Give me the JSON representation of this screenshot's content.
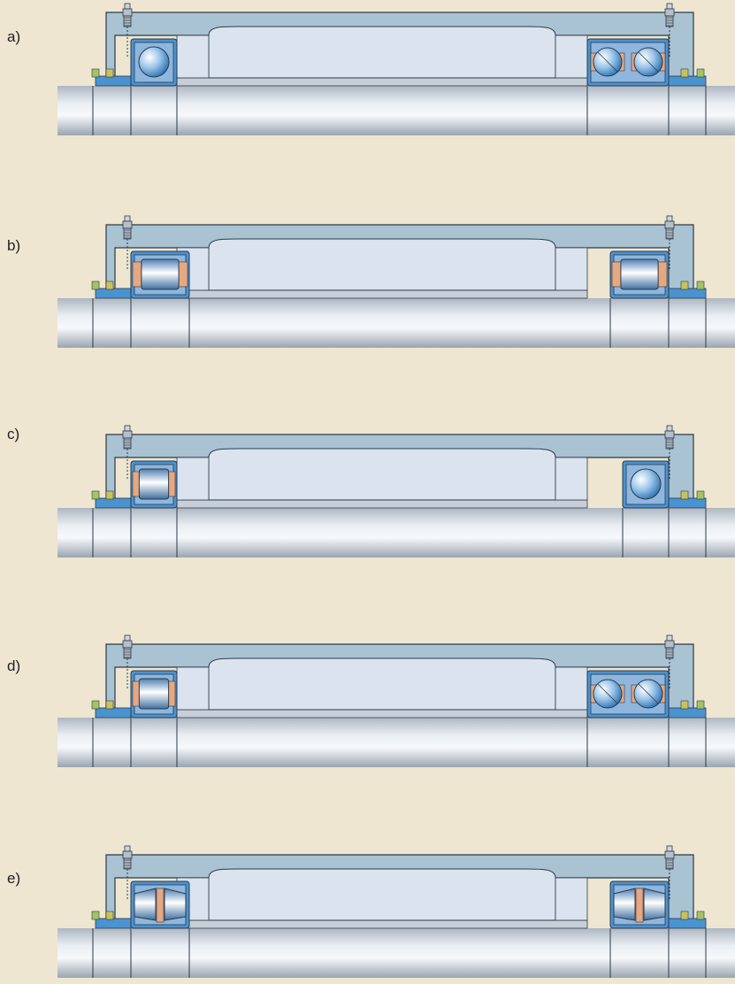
{
  "panels": [
    {
      "label": "a)",
      "left_bearing": "ball",
      "right_bearing": "double-ball",
      "left_width": "narrow",
      "right_width": "wide"
    },
    {
      "label": "b)",
      "left_bearing": "roller",
      "right_bearing": "roller",
      "left_width": "medium",
      "right_width": "medium"
    },
    {
      "label": "c)",
      "left_bearing": "roller",
      "right_bearing": "ball",
      "left_width": "narrow",
      "right_width": "narrow"
    },
    {
      "label": "d)",
      "left_bearing": "roller",
      "right_bearing": "double-ball",
      "left_width": "narrow",
      "right_width": "wide"
    },
    {
      "label": "e)",
      "left_bearing": "spherical-roller",
      "right_bearing": "spherical-roller",
      "left_width": "medium",
      "right_width": "medium"
    }
  ],
  "colors": {
    "background": "#efe6d1",
    "housing": "#a9c3d3",
    "housing_inner": "#dbe3ee",
    "bearing": "#4a93d1",
    "seal_green": "#a3c364",
    "seal_olive": "#c9c25a",
    "cage": "#e6a880",
    "shaft_light": "#f7f9fb",
    "shaft_dark": "#aeb7c2",
    "outline": "#2c3a48"
  }
}
